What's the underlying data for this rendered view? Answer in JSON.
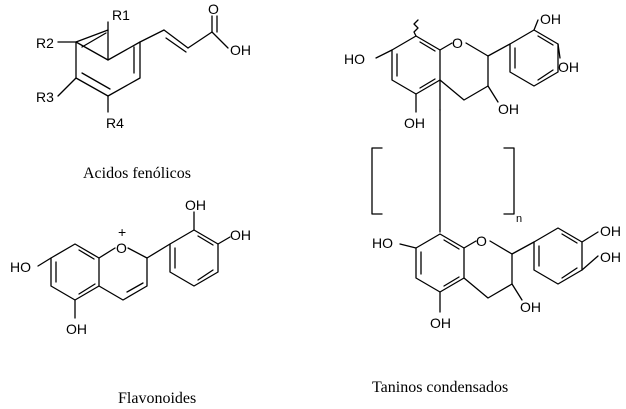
{
  "captions": {
    "phenolic": "Acidos fenólicos",
    "flavonoid": "Flavonoides",
    "tannin": "Taninos condensados"
  },
  "atoms": {
    "r1": "R1",
    "r2": "R2",
    "r3": "R3",
    "r4": "R4",
    "carbonyl_o": "O",
    "acid_oh": "OH",
    "ring_o": "O",
    "oh": "OH",
    "ho": "HO",
    "plus": "+",
    "n": "n"
  }
}
